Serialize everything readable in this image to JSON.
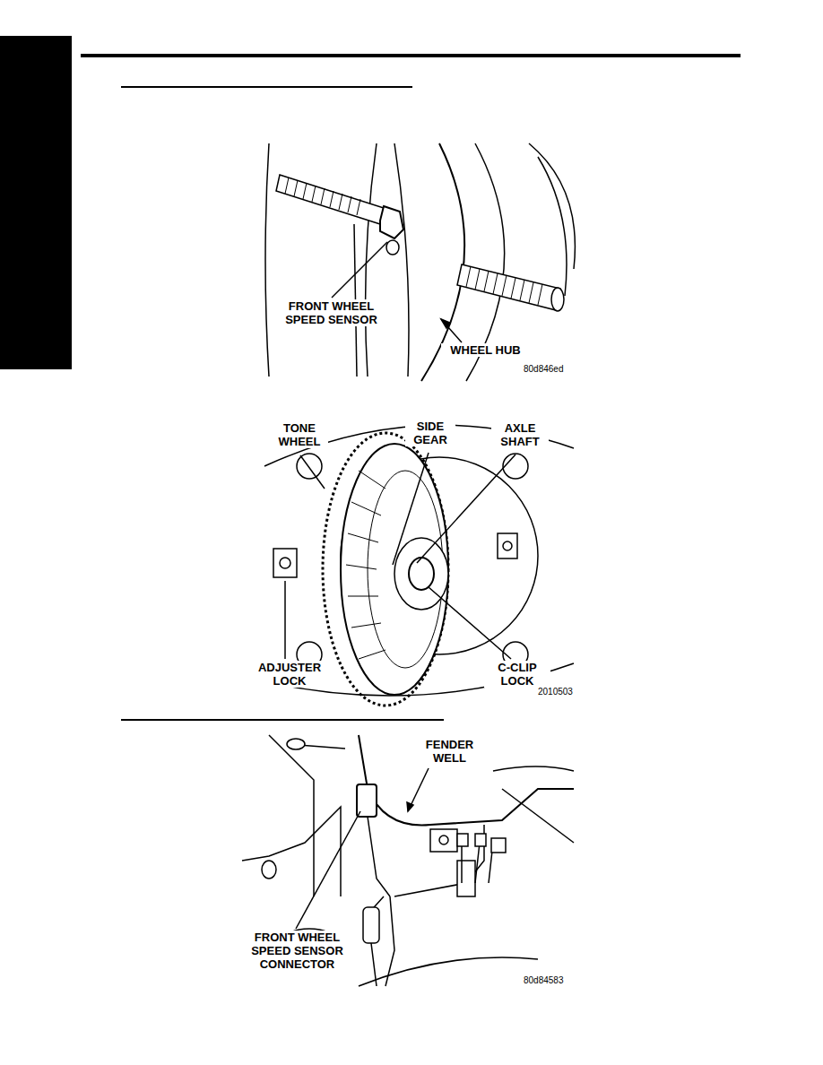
{
  "diagram": {
    "labels": [
      "FRONT WHEEL SPEED SENSOR",
      "WHEEL HUB",
      "80d846ed",
      "TONE WHEEL",
      "SIDE GEAR",
      "AXLE SHAFT",
      "ADJUSTER LOCK",
      "C-CLIP LOCK",
      "2010503",
      "FENDER WELL",
      "FRONT WHEEL SPEED SENSOR CONNECTOR",
      "80d84583"
    ]
  }
}
